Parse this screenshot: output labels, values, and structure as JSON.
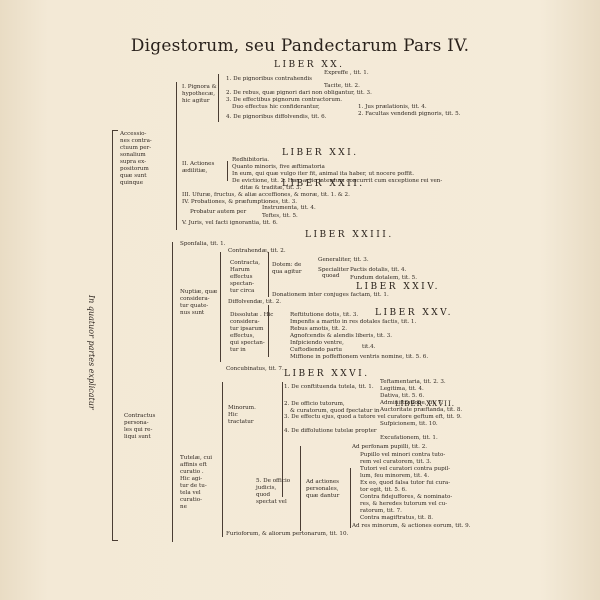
{
  "title": "Digestorum, seu Pandectarum Pars IV.",
  "side_label": "In quatuor partes explicatur",
  "libers": [
    "LIBER XX.",
    "LIBER XXI.",
    "LIBER XXII.",
    "LIBER XXIII.",
    "LIBER XXIV.",
    "LIBER XXV.",
    "LIBER XXVI.",
    "LIBER XXVII."
  ],
  "headings": {
    "accessiones": [
      "Accessio-",
      "nes contra-",
      "ctuum per-",
      "sonalium",
      "supra ex-",
      "positorum",
      "quæ sunt",
      "quinque"
    ],
    "pignora": [
      "I. Pignora &",
      "hypothecæ,",
      "hic agitur"
    ],
    "actiones": [
      "II. Actiones",
      "ædilitiæ,"
    ],
    "contractus": [
      "Contractus",
      "persona-",
      "les qui re-",
      "liqui sunt"
    ],
    "nuptiae": [
      "Nuptiæ, quæ",
      "considera-",
      "tur quate-",
      "nus sunt"
    ],
    "contractae": [
      "Contracta,",
      "Harum",
      "effectus",
      "spectan-",
      "tur circa"
    ],
    "dissolutae": [
      "Dissolutæ . Hic",
      "considera-",
      "tur ipsarum",
      "effectus,",
      "qui spectan-",
      "tur in"
    ],
    "tutelae": [
      "Tutelæ, cui",
      "affinis eft",
      "curatio .",
      "Hic agi-",
      "tur de tu-",
      "tela vel",
      "curatio-",
      "ne"
    ],
    "minorum": [
      "Minorum.",
      "Hic",
      "tractatur"
    ],
    "officio": [
      "5. De officio",
      "judicis,",
      "quod",
      "spectat vel"
    ],
    "ad_actiones": [
      "Ad actiones",
      "personales,",
      "quæ dantur"
    ]
  },
  "lines": [
    "Expreffe , tit. 1.",
    "1. De pignoribus contrahendis",
    "Tacite, tit. 2.",
    "2. De rebus, quæ pignori dari non obligantur, tit. 3.",
    "3. De effectibus pignorum contractorum.",
    "Duo effectus hic confiderantur,",
    "1. Jus prælationis, tit. 4.",
    "2. Facultas vendendi pignoris, tit. 5.",
    "4. De pignoribus diffolvendis, tit. 6.",
    "Redhibitoria.",
    "Quanto minoris, five æftimatoria",
    "In eum, qui quæ vulgo iter fit, animal ita haber, ut nocere poffit.",
    "De evictione, tit. 2. Hæc actio interdum concurrit cum exceptione rei ven-",
    "ditæ & traditæ, tit. 3.",
    "III. Ufuræ, fructus, & aliæ acceffiones, & moræ, tit. 1. & 2.",
    "IV. Probationes, & præfumptiones, tit. 3.",
    "Instrumenta, tit. 4.",
    "Probatur autem per",
    "Teftes, tit. 5.",
    "V. Juris, vel facti ignorantia, tit. 6.",
    "Sponfalia, tit. 1.",
    "Contrahendæ, tit. 2.",
    "Dotem: de",
    "Generaliter, tit. 3.",
    "qua agitur",
    "Specialiter",
    "Pactis dotalis, tit. 4.",
    "quoad",
    "Fundum dotalem, tit. 5.",
    "Donationem inter conjuges factam, tit. 1.",
    "Diffolvendæ, tit. 2.",
    "Reftitutione dotis, tit. 3.",
    "Impenfis a marito in res dotales factis, tit. 1.",
    "Rebus amotis, tit. 2.",
    "Agnofcendis & alendis liberis, tit. 3.",
    "Infpiciendo ventre,",
    "tit.4.",
    "Cuftodiendo partu",
    "Miffione in poffeffionem ventris nomine, tit. 5. 6.",
    "Concubinatus, tit. 7.",
    "Teftamentaria, tit. 2. 3.",
    "1. De conftituenda tutela, tit. 1.",
    "Legitima, tit. 4.",
    "Dativa, tit. 5. 6.",
    "Adminiftratione, tit. 7.",
    "2. De officio tutorum,",
    "& curatorum, quod fpectatur in",
    "Auctoritate præftanda, tit. 8.",
    "3. De effectu ejus, quod a tutore vel curatore geftum eft, tit. 9.",
    "Sufpicionem, tit. 10.",
    "4. De diffolutione tutelæ propter",
    "Excufationem, tit. 1.",
    "Ad perfonam pupilli, tit. 2.",
    "Pupillo vel minori contra tuto-",
    "rem vel curatorem, tit. 3.",
    "Tutori vel curatori contra pupil-",
    "lum, feu minorem, tit. 4.",
    "Ex eo, quod falsa tutor fui cura-",
    "tor egit, tit. 5. 6.",
    "Contra fidejuffores, & nominato-",
    "res, & heredes tutorum vel cu-",
    "ratorum, tit. 7.",
    "Contra magiftratus, tit. 8.",
    "Ad res minorum, & actiones eorum, tit. 9.",
    "Furioforum, & aliorum pertonarum, tit. 10."
  ]
}
